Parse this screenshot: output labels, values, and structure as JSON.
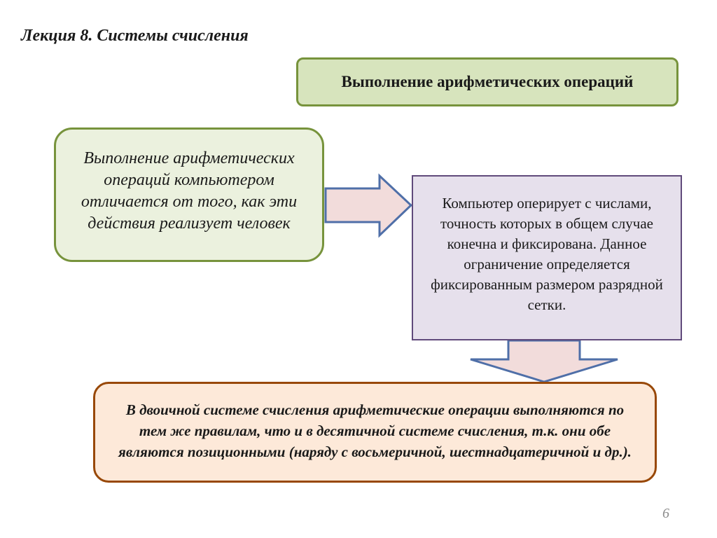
{
  "slide": {
    "lecture_title": "Лекция 8. Системы счисления",
    "topic_title": "Выполнение арифметических операций",
    "left_box_text": "Выполнение арифметических операций компьютером отличается от того, как эти действия реализует человек",
    "right_box_text": "Компьютер оперирует с числами, точность которых в общем случае конечна и фиксирована. Данное ограничение определяется фиксированным размером разрядной сетки.",
    "bottom_box_text": "В двоичной системе счисления арифметические операции выполняются по тем же правилам, что и в десятичной системе счисления, т.к. они обе являются позиционными (наряду с восьмеричной, шестнадцатеричной и др.).",
    "page_number": "6"
  },
  "colors": {
    "topic_fill": "#d7e4bd",
    "topic_border": "#77933c",
    "left_fill": "#ebf1de",
    "left_border": "#77933c",
    "right_fill": "#e6e0ec",
    "right_border": "#604a7b",
    "bottom_fill": "#fde9d9",
    "bottom_border": "#984807",
    "arrow_fill": "#f2dcdb",
    "arrow_stroke": "#4f6fa8"
  }
}
